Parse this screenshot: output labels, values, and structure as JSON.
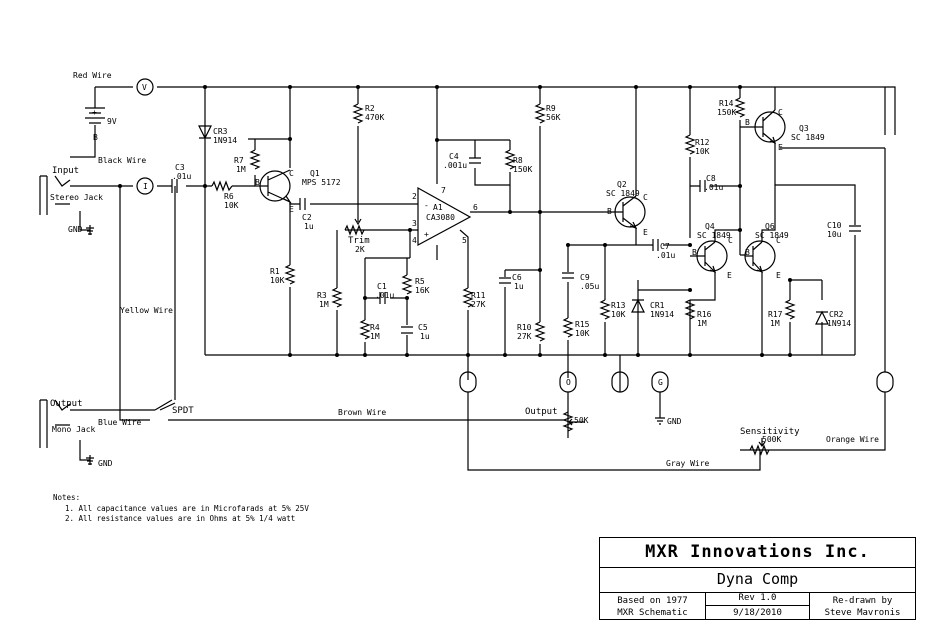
{
  "wires": {
    "red": "Red Wire",
    "black": "Black Wire",
    "yellow": "Yellow Wire",
    "blue": "Blue Wire",
    "brown": "Brown Wire",
    "gray": "Gray Wire",
    "orange": "Orange Wire"
  },
  "connectors": {
    "v": "V",
    "i": "I",
    "o": "O",
    "g": "G"
  },
  "jacks": {
    "input": "Input",
    "stereo": "Stereo Jack",
    "output": "Output",
    "mono": "Mono Jack",
    "gnd": "GND",
    "spdt": "SPDT"
  },
  "battery": {
    "plus": "+",
    "voltage": "9V",
    "label": "B"
  },
  "components": {
    "c3": {
      "name": "C3",
      "value": ".01u"
    },
    "r6": {
      "name": "R6",
      "value": "10K"
    },
    "cr3": {
      "name": "CR3",
      "value": "1N914"
    },
    "r7": {
      "name": "R7",
      "value": "1M"
    },
    "q1": {
      "name": "Q1",
      "value": "MPS 5172"
    },
    "r1": {
      "name": "R1",
      "value": "10K"
    },
    "r2": {
      "name": "R2",
      "value": "470K"
    },
    "c2": {
      "name": "C2",
      "value": "1u"
    },
    "trim": {
      "name": "Trim",
      "value": "2K"
    },
    "r3": {
      "name": "R3",
      "value": "1M"
    },
    "c1": {
      "name": "C1",
      "value": ".01u"
    },
    "r5": {
      "name": "R5",
      "value": "16K"
    },
    "r4": {
      "name": "R4",
      "value": "1M"
    },
    "c5": {
      "name": "C5",
      "value": "1u"
    },
    "a1": {
      "name": "A1",
      "value": "CA3080"
    },
    "c4": {
      "name": "C4",
      "value": ".001u"
    },
    "r8": {
      "name": "R8",
      "value": "150K"
    },
    "r9": {
      "name": "R9",
      "value": "56K"
    },
    "r11": {
      "name": "R11",
      "value": "27K"
    },
    "c6": {
      "name": "C6",
      "value": "1u"
    },
    "r10": {
      "name": "R10",
      "value": "27K"
    },
    "q2": {
      "name": "Q2",
      "value": "SC 1849"
    },
    "c9": {
      "name": "C9",
      "value": ".05u"
    },
    "r15": {
      "name": "R15",
      "value": "10K"
    },
    "r13": {
      "name": "R13",
      "value": "10K"
    },
    "cr1": {
      "name": "CR1",
      "value": "1N914"
    },
    "c7": {
      "name": "C7",
      "value": ".01u"
    },
    "r12": {
      "name": "R12",
      "value": "10K"
    },
    "c8": {
      "name": "C8",
      "value": ".01u"
    },
    "q4": {
      "name": "Q4",
      "value": "SC 1849"
    },
    "q6": {
      "name": "Q6",
      "value": "SC 1849"
    },
    "r16": {
      "name": "R16",
      "value": "1M"
    },
    "r17": {
      "name": "R17",
      "value": "1M"
    },
    "cr2": {
      "name": "CR2",
      "value": "1N914"
    },
    "r14": {
      "name": "R14",
      "value": "150K"
    },
    "q3": {
      "name": "Q3",
      "value": "SC 1849"
    },
    "c10": {
      "name": "C10",
      "value": "10u"
    },
    "output_pot": {
      "name": "Output",
      "value": "50K"
    },
    "sensitivity_pot": {
      "name": "Sensitivity",
      "value": "500K"
    }
  },
  "pins": {
    "b": "B",
    "c": "C",
    "e": "E",
    "p2": "2",
    "p3": "3",
    "p4": "4",
    "p5": "5",
    "p6": "6",
    "p7": "7",
    "minus": "-",
    "plus": "+"
  },
  "notes": {
    "heading": "Notes:",
    "line1": "1. All capacitance values are in Microfarads at 5% 25V",
    "line2": "2. All resistance values are in Ohms at 5% 1/4 watt"
  },
  "title_block": {
    "company": "MXR Innovations Inc.",
    "product": "Dyna Comp",
    "based_on_1": "Based on 1977",
    "based_on_2": "MXR Schematic",
    "rev": "Rev 1.0",
    "date": "9/18/2010",
    "redrawn_1": "Re-drawn by",
    "redrawn_2": "Steve Mavronis"
  }
}
